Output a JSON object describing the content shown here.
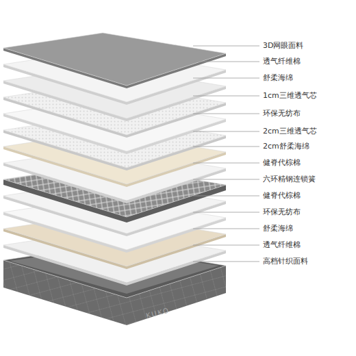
{
  "diagram": {
    "labels": [
      "3D网眼面料",
      "透气纤维棉",
      "舒柔海绵",
      "1cm三维透气芯",
      "环保无纺布",
      "2cm三维透气芯",
      "2cm舒柔海绵",
      "健脊代棕棉",
      "六环精钢连锁簧",
      "健脊代棕棉",
      "环保无纺布",
      "舒柔海绵",
      "透气纤维棉",
      "高档针织面料",
      "KUKO"
    ]
  }
}
